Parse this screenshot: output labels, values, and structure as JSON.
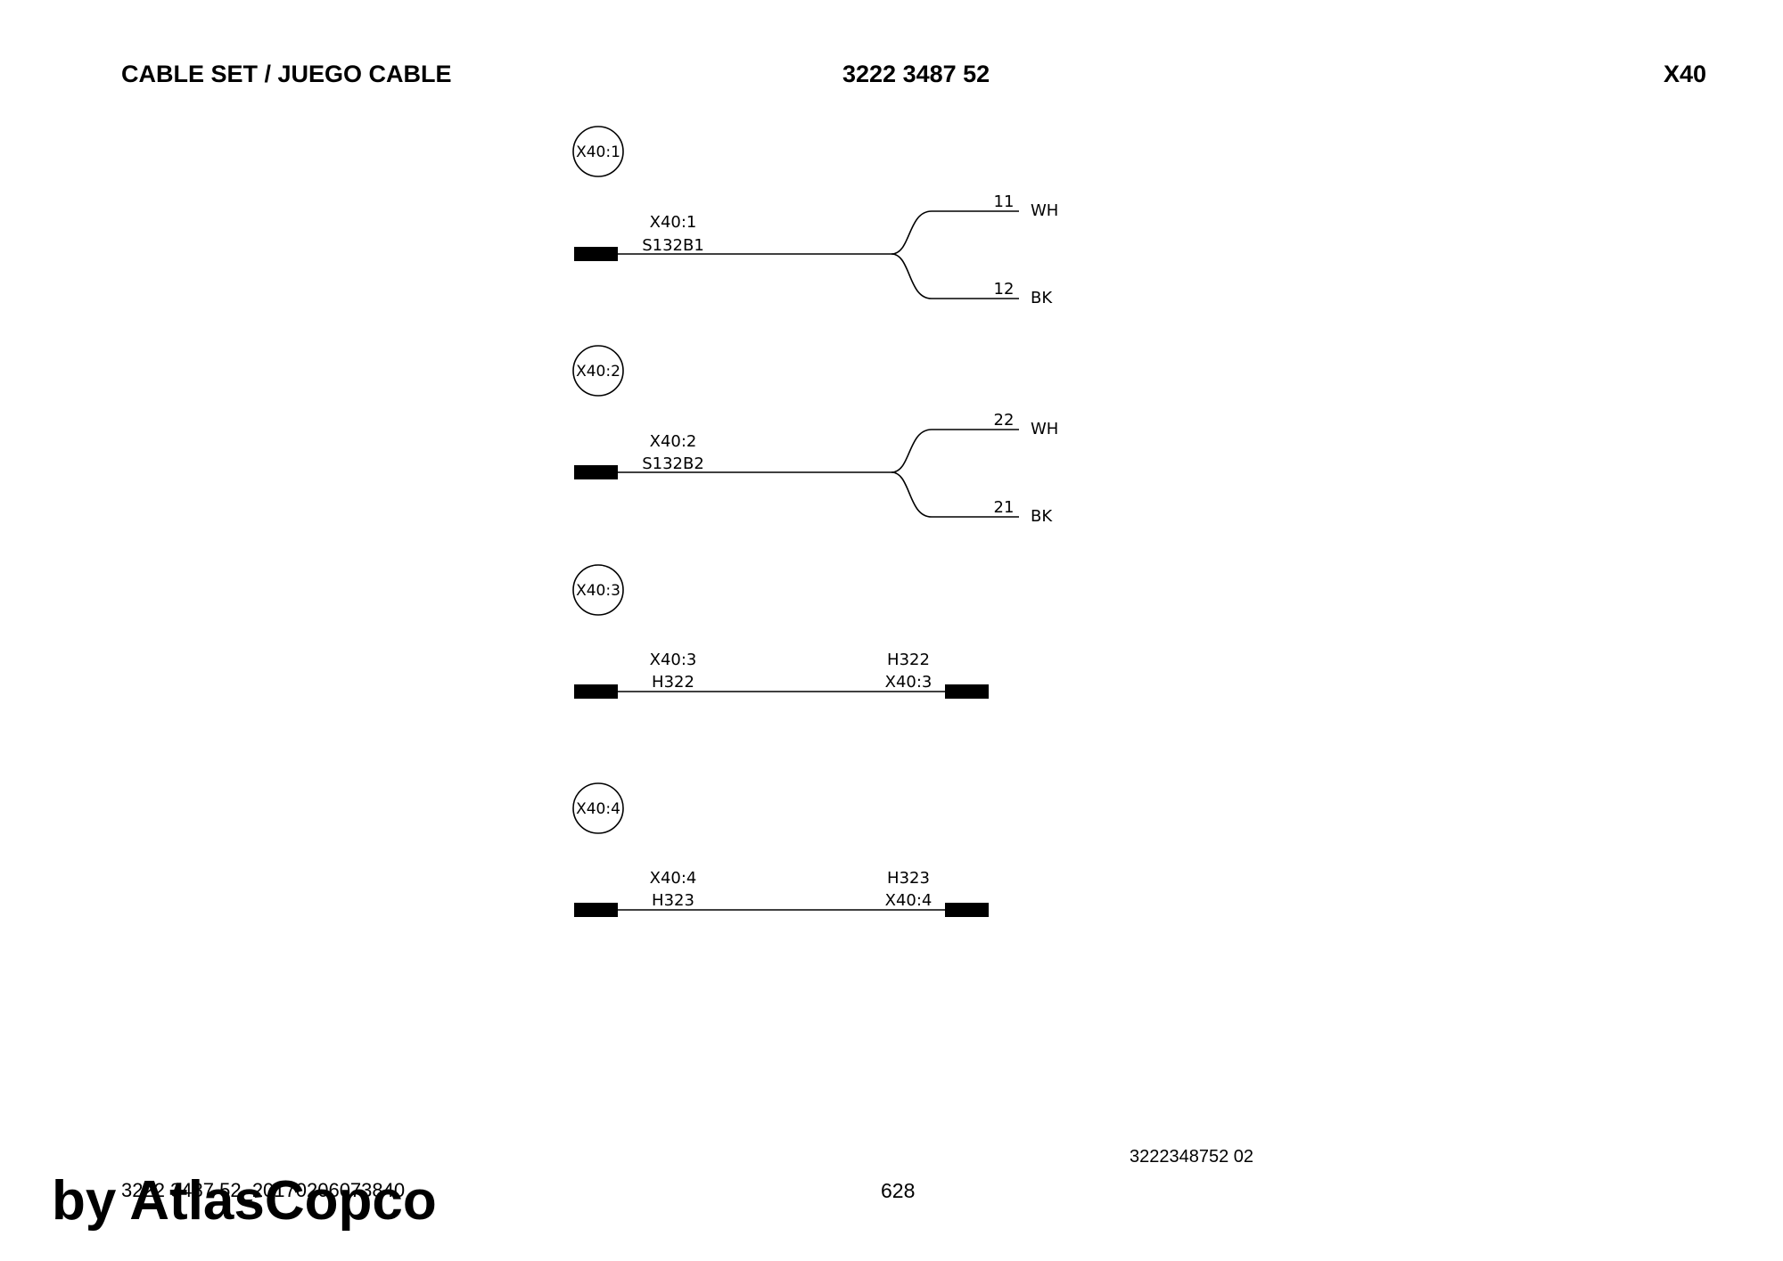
{
  "header": {
    "title": "CABLE SET / JUEGO CABLE",
    "part_number": "3222 3487 52",
    "connector": "X40"
  },
  "cables": [
    {
      "tag": "X40:1",
      "start_top": "X40:1",
      "start_bottom": "S132B1",
      "type": "split",
      "branches": [
        {
          "number": "11",
          "color": "WH"
        },
        {
          "number": "12",
          "color": "BK"
        }
      ]
    },
    {
      "tag": "X40:2",
      "start_top": "X40:2",
      "start_bottom": "S132B2",
      "type": "split",
      "branches": [
        {
          "number": "22",
          "color": "WH"
        },
        {
          "number": "21",
          "color": "BK"
        }
      ]
    },
    {
      "tag": "X40:3",
      "start_top": "X40:3",
      "start_bottom": "H322",
      "type": "straight",
      "end_top": "H322",
      "end_bottom": "X40:3"
    },
    {
      "tag": "X40:4",
      "start_top": "X40:4",
      "start_bottom": "H323",
      "type": "straight",
      "end_top": "H323",
      "end_bottom": "X40:4"
    }
  ],
  "footer": {
    "doc_id": "3222348752 02",
    "file_ref": "3222 3487 52_20170206073840",
    "page": "628"
  },
  "watermark": "by AtlasCopco"
}
